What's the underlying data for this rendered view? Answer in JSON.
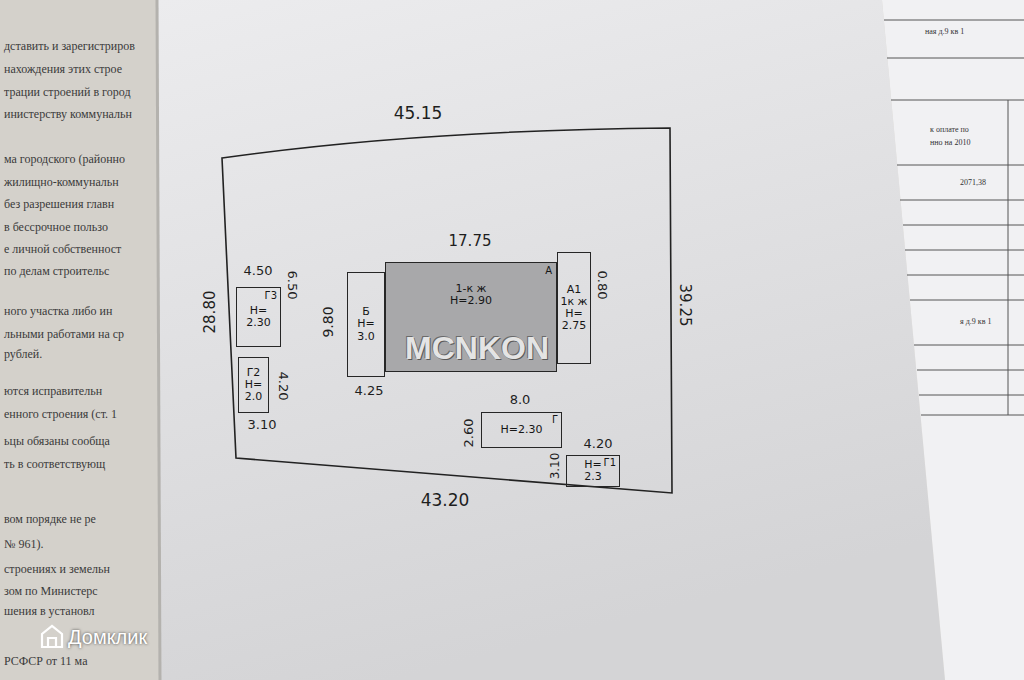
{
  "diagram": {
    "nodes": [
      {
        "text": [
          "Б",
          "Н=",
          "3.0"
        ]
      },
      {
        "text": [
          "А",
          "1-к ж",
          "Н=2.90"
        ]
      },
      {
        "text": [
          "А1",
          "1к ж",
          "Н=",
          "2.75"
        ]
      },
      {
        "text": [
          "Г3",
          "Н=",
          "2.30"
        ]
      },
      {
        "text": [
          "Г2",
          "Н=",
          "2.0"
        ]
      },
      {
        "text": [
          "Г",
          "Н=2.30"
        ]
      },
      {
        "text": [
          "Г1",
          "Н=",
          "2.3"
        ]
      }
    ],
    "labels": [
      "45.15",
      "28.80",
      "39.25",
      "43.20",
      "17.75",
      "9.80",
      "4.25",
      "0.80",
      "4.50",
      "6.50",
      "4.20",
      "3.10",
      "8.0",
      "2.60",
      "4.20",
      "3.10",
      "MCNKON",
      "дставить и зарегистриров",
      "нахождения этих строе",
      "трации строений в город",
      "инистерству коммунальн",
      "ма городского (районно",
      "жилищно-коммунальн",
      "без разрешения главн",
      "в бессрочное пользо",
      "е личной собственност",
      "по делам строительс",
      "ного участка либо ин",
      "льными работами на ср",
      "рублей.",
      "ются исправительн",
      "енного строения (ст. 1",
      "ьцы обязаны сообща",
      "ть в соответствующ",
      "вом порядке не ре",
      "№ 961).",
      "строениях и земельн",
      "зом по Министерс",
      "шения в установл",
      "РСФСР от 11 ма",
      "ная д.9 кв 1",
      "к оплате по",
      "нно на 2010",
      "2071,38",
      "я д.9 кв 1",
      "Домклик"
    ]
  }
}
